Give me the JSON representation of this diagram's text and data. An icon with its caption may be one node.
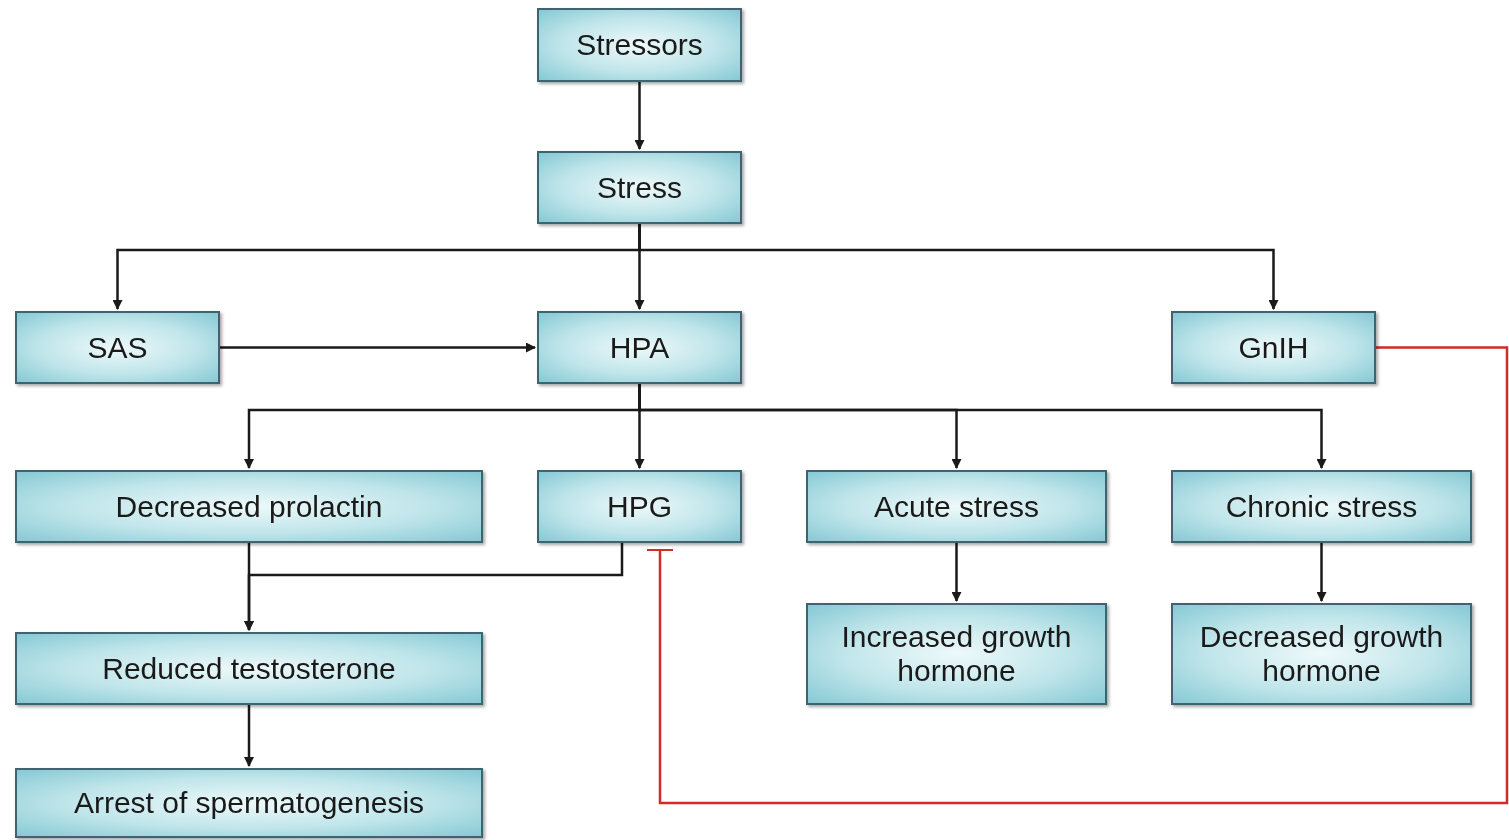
{
  "diagram": {
    "nodes": [
      {
        "text": [
          "Stressors"
        ]
      },
      {
        "text": [
          "Stress"
        ]
      },
      {
        "text": [
          "SAS"
        ]
      },
      {
        "text": [
          "HPA"
        ]
      },
      {
        "text": [
          "GnIH"
        ]
      },
      {
        "text": [
          "Decreased prolactin"
        ]
      },
      {
        "text": [
          "HPG"
        ]
      },
      {
        "text": [
          "Acute stress"
        ]
      },
      {
        "text": [
          "Chronic stress"
        ]
      },
      {
        "text": [
          "Reduced testosterone"
        ]
      },
      {
        "text": [
          "Increased growth hormone"
        ]
      },
      {
        "text": [
          "Decreased growth hormone"
        ]
      },
      {
        "text": [
          "Arrest of spermatogenesis"
        ]
      }
    ],
    "edges": [
      {
        "from": 0,
        "to": 1,
        "arrow": "to"
      },
      {
        "from": 1,
        "to": 2,
        "arrow": "to"
      },
      {
        "from": 1,
        "to": 3,
        "arrow": "to"
      },
      {
        "from": 1,
        "to": 4,
        "arrow": "to"
      },
      {
        "from": 2,
        "to": 3,
        "arrow": "to"
      },
      {
        "from": 3,
        "to": 5,
        "arrow": "to"
      },
      {
        "from": 3,
        "to": 6,
        "arrow": "to"
      },
      {
        "from": 3,
        "to": 7,
        "arrow": "to"
      },
      {
        "from": 3,
        "to": 8,
        "arrow": "to"
      },
      {
        "from": 5,
        "to": 9,
        "arrow": "to"
      },
      {
        "from": 6,
        "to": 9,
        "arrow": "to"
      },
      {
        "from": 9,
        "to": 12,
        "arrow": "to"
      },
      {
        "from": 7,
        "to": 10,
        "arrow": "to"
      },
      {
        "from": 8,
        "to": 11,
        "arrow": "to"
      },
      {
        "from": 4,
        "to": 6,
        "arrow": "other",
        "color": "#d42a2a"
      }
    ]
  }
}
